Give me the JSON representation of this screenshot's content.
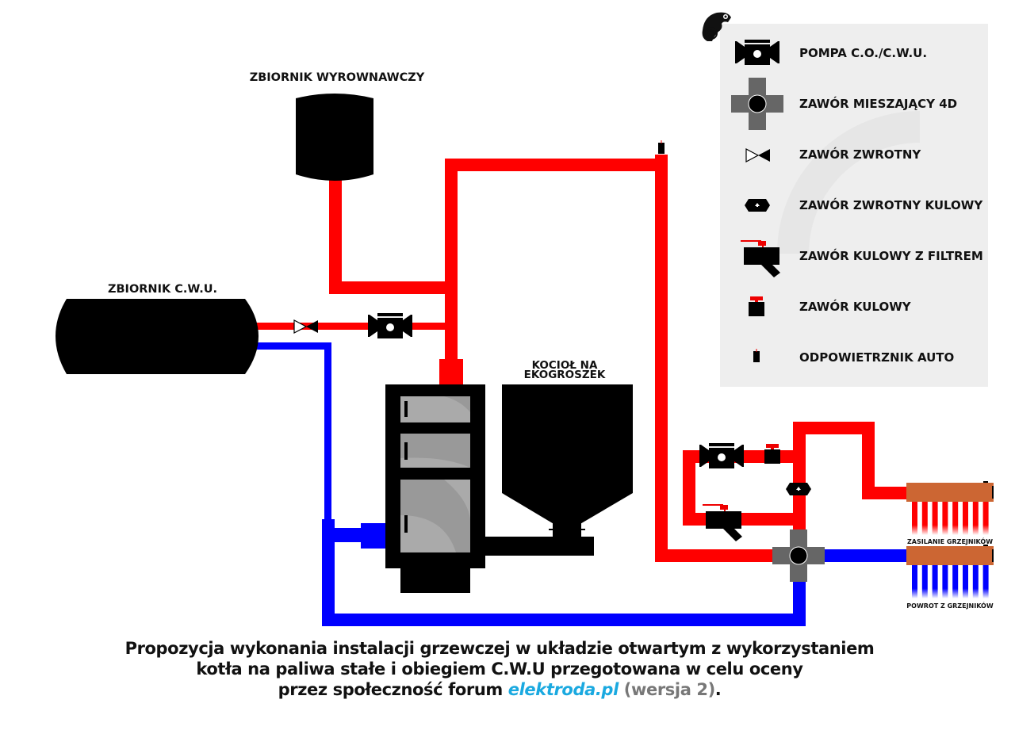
{
  "labels": {
    "expansion_tank": "ZBIORNIK WYROWNAWCZY",
    "dhw_tank": "ZBIORNIK C.W.U.",
    "boiler": [
      "KOCIOŁ NA",
      "EKOGROSZEK"
    ],
    "supply_manifold": "ZASILANIE GRZEJNIKÓW",
    "return_manifold": "POWROT Z GRZEJNIKÓW"
  },
  "legend": {
    "items": [
      {
        "icon": "pump-icon",
        "label": "POMPA C.O./C.W.U."
      },
      {
        "icon": "mixing-valve-4d-icon",
        "label": "ZAWÓR MIESZAJĄCY 4D"
      },
      {
        "icon": "check-valve-icon",
        "label": "ZAWÓR ZWROTNY"
      },
      {
        "icon": "ball-check-valve-icon",
        "label": "ZAWÓR ZWROTNY KULOWY"
      },
      {
        "icon": "ball-valve-filter-icon",
        "label": "ZAWÓR KULOWY Z FILTREM"
      },
      {
        "icon": "ball-valve-icon",
        "label": "ZAWÓR KULOWY"
      },
      {
        "icon": "auto-air-vent-icon",
        "label": "ODPOWIETRZNIK AUTO"
      }
    ]
  },
  "caption": {
    "line1": "Propozycja wykonania instalacji grzewczej w układzie otwartym z wykorzystaniem",
    "line2": "kotła na paliwa stałe i obiegiem C.W.U przegotowana w celu oceny",
    "line3_prefix": "przez społeczność forum ",
    "line3_link": "elektroda.pl",
    "line3_version": "(wersja 2)",
    "line3_suffix": "."
  },
  "colors": {
    "supply": "#ff0000",
    "return": "#0000ff",
    "equipment": "#000000",
    "mixing_valve": "#666666",
    "manifold": "#cc6633",
    "legend_bg": "#eeeeee",
    "link": "#1aa9e0"
  }
}
